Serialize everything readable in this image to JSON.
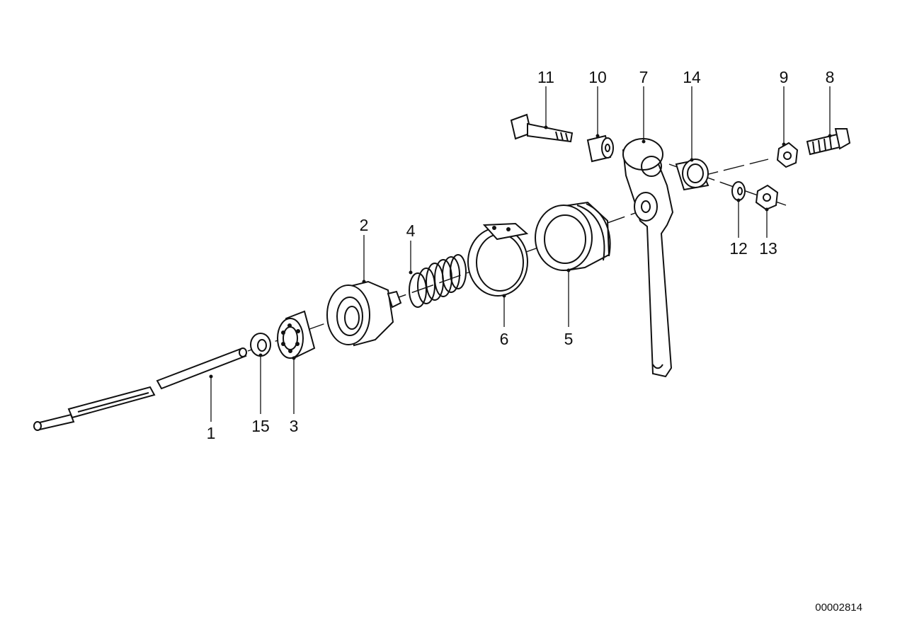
{
  "callouts": [
    "1",
    "2",
    "3",
    "4",
    "5",
    "6",
    "7",
    "8",
    "9",
    "10",
    "11",
    "12",
    "13",
    "14",
    "15"
  ],
  "document_number": "00002814",
  "colors": {
    "ink": "#111111",
    "paper": "#ffffff"
  }
}
